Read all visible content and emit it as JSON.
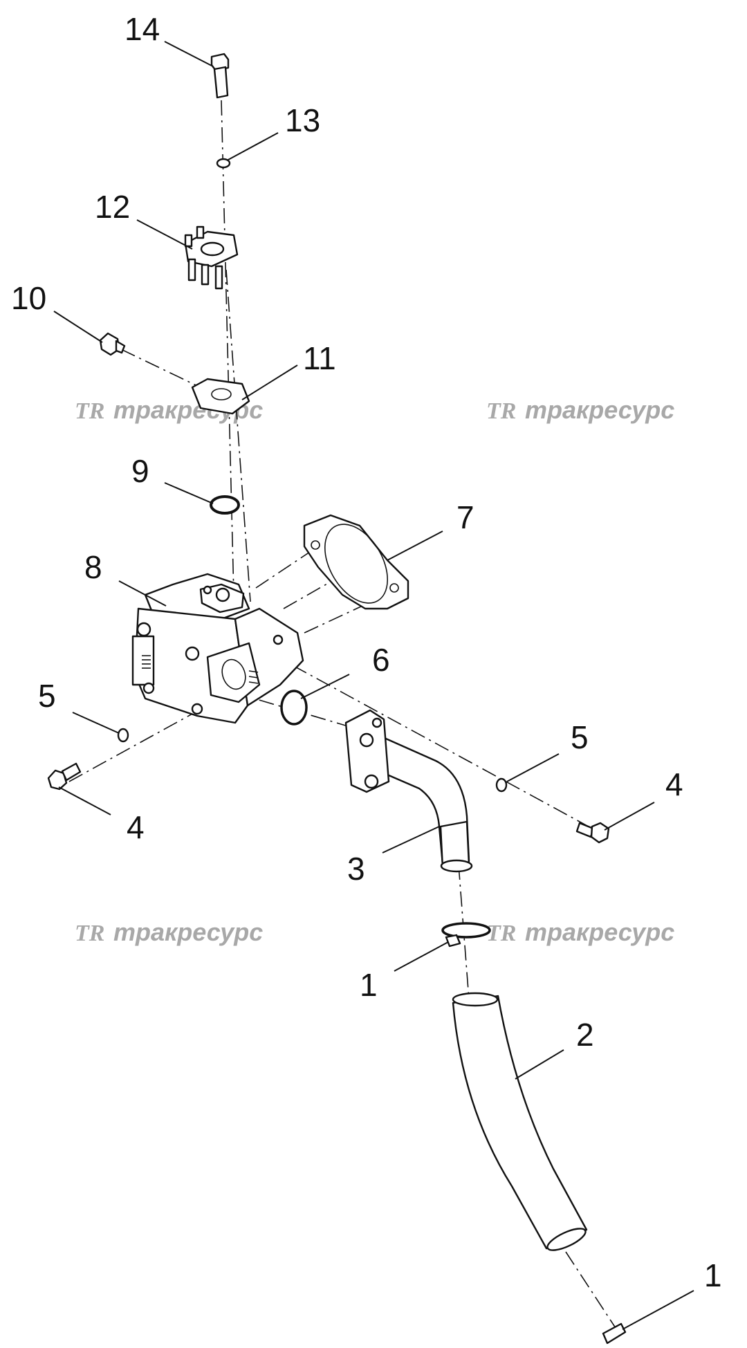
{
  "watermark": {
    "logo": "TR",
    "text": "тракресурс"
  },
  "callouts": [
    {
      "id": "c14",
      "text": "14"
    },
    {
      "id": "c13",
      "text": "13"
    },
    {
      "id": "c12",
      "text": "12"
    },
    {
      "id": "c10",
      "text": "10"
    },
    {
      "id": "c11",
      "text": "11"
    },
    {
      "id": "c9",
      "text": "9"
    },
    {
      "id": "c7",
      "text": "7"
    },
    {
      "id": "c8",
      "text": "8"
    },
    {
      "id": "c6",
      "text": "6"
    },
    {
      "id": "c5a",
      "text": "5"
    },
    {
      "id": "c5b",
      "text": "5"
    },
    {
      "id": "c4a",
      "text": "4"
    },
    {
      "id": "c4b",
      "text": "4"
    },
    {
      "id": "c3",
      "text": "3"
    },
    {
      "id": "c1a",
      "text": "1"
    },
    {
      "id": "c2",
      "text": "2"
    },
    {
      "id": "c1b",
      "text": "1"
    }
  ]
}
